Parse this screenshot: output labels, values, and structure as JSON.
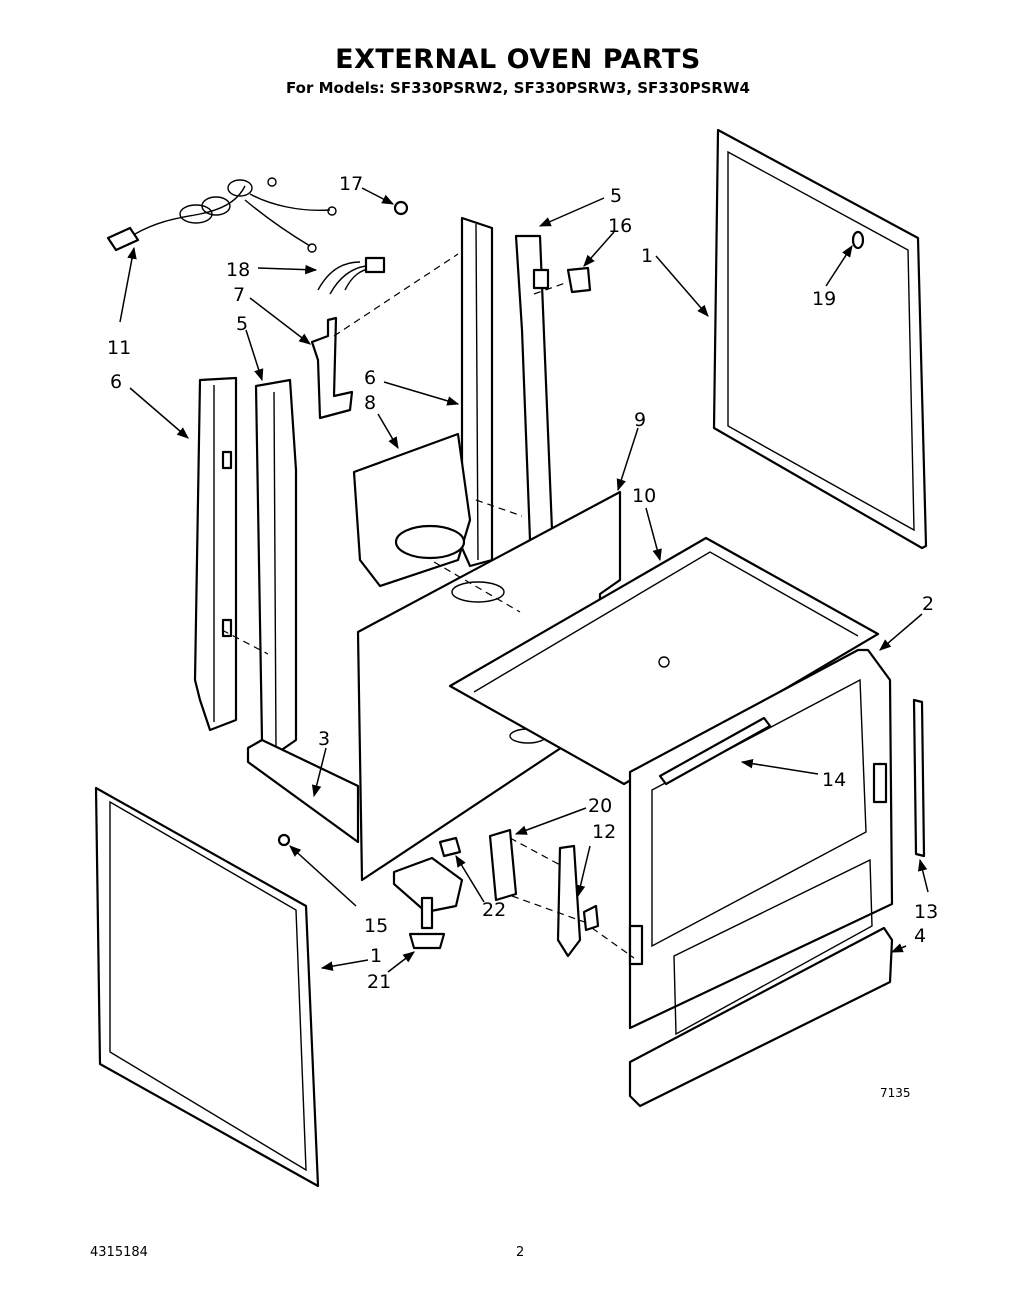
{
  "header": {
    "title": "EXTERNAL OVEN PARTS",
    "subtitle": "For Models: SF330PSRW2, SF330PSRW3, SF330PSRW4"
  },
  "footer": {
    "doc_number": "4315184",
    "page_number": "2",
    "figure_code": "7135"
  },
  "callouts": [
    "17",
    "5",
    "16",
    "1",
    "19",
    "11",
    "18",
    "7",
    "5",
    "6",
    "6",
    "8",
    "9",
    "10",
    "2",
    "3",
    "14",
    "20",
    "12",
    "15",
    "22",
    "13",
    "1",
    "21",
    "4"
  ]
}
